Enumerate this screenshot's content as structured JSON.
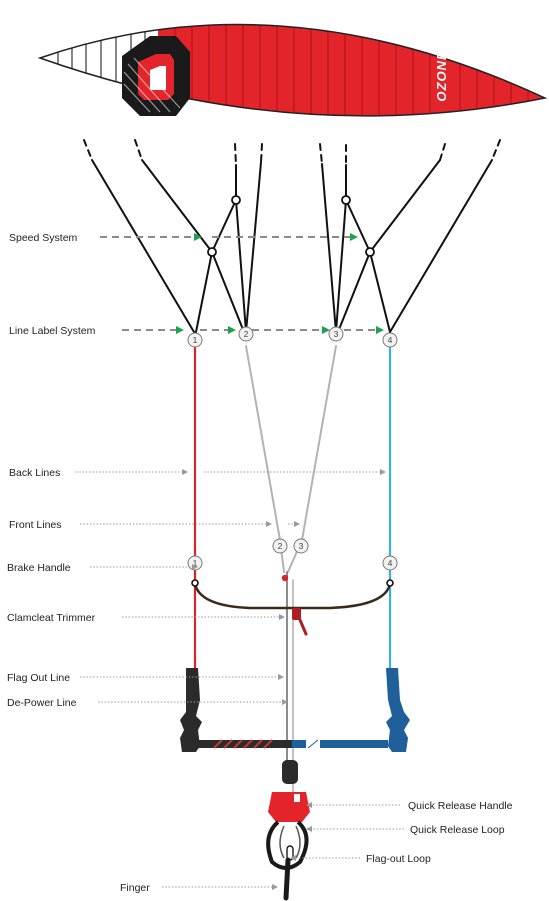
{
  "brand": {
    "logo_text": "OZONE"
  },
  "labels": {
    "speed_system": "Speed System",
    "line_label_system": "Line Label System",
    "back_lines": "Back Lines",
    "front_lines": "Front Lines",
    "brake_handle": "Brake Handle",
    "clamcleat_trimmer": "Clamcleat Trimmer",
    "flag_out_line": "Flag Out Line",
    "de_power_line": "De-Power Line",
    "quick_release_handle": "Quick Release Handle",
    "quick_release_loop": "Quick Release Loop",
    "flag_out_loop": "Flag-out Loop",
    "finger": "Finger"
  },
  "line_numbers": {
    "one": "1",
    "two": "2",
    "three": "3",
    "four": "4"
  },
  "colors": {
    "kite_red": "#e3242b",
    "line_red": "#d8232a",
    "line_grey": "#b3b3b3",
    "line_blue": "#3ab0e2",
    "arrow_green": "#1aa34a",
    "handle_dark": "#2b2b2b",
    "handle_blue": "#1f5f9a",
    "leader_grey": "#9a9a9a"
  }
}
